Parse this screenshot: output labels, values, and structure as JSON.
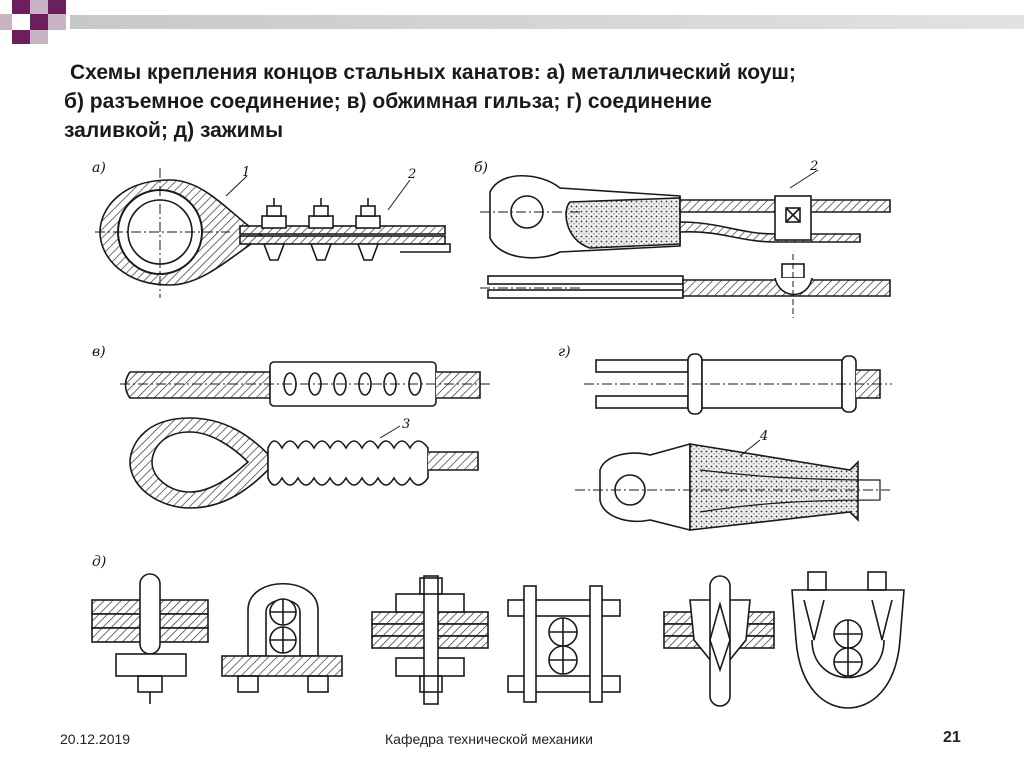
{
  "slide": {
    "title_lines": [
      "Схемы крепления концов стальных канатов: а) металлический коуш;",
      "б) разъемное соединение; в)  обжимная гильза;  г)  соединение",
      "заливкой; д) зажимы"
    ],
    "figure_labels": {
      "a": "а)",
      "b": "б)",
      "v": "в)",
      "g": "г)",
      "d": "д)"
    },
    "callouts": {
      "n1": "1",
      "n2a": "2",
      "n2b": "2",
      "n3": "3",
      "n4": "4"
    }
  },
  "footer": {
    "date": "20.12.2019",
    "department": "Кафедра технической механики",
    "page_number": "21"
  },
  "colors": {
    "accent_dark": "#6b1f5c",
    "accent_light": "#c9b4c6",
    "bar_gray": "#d3d3d3",
    "ink": "#1a1a1a"
  }
}
